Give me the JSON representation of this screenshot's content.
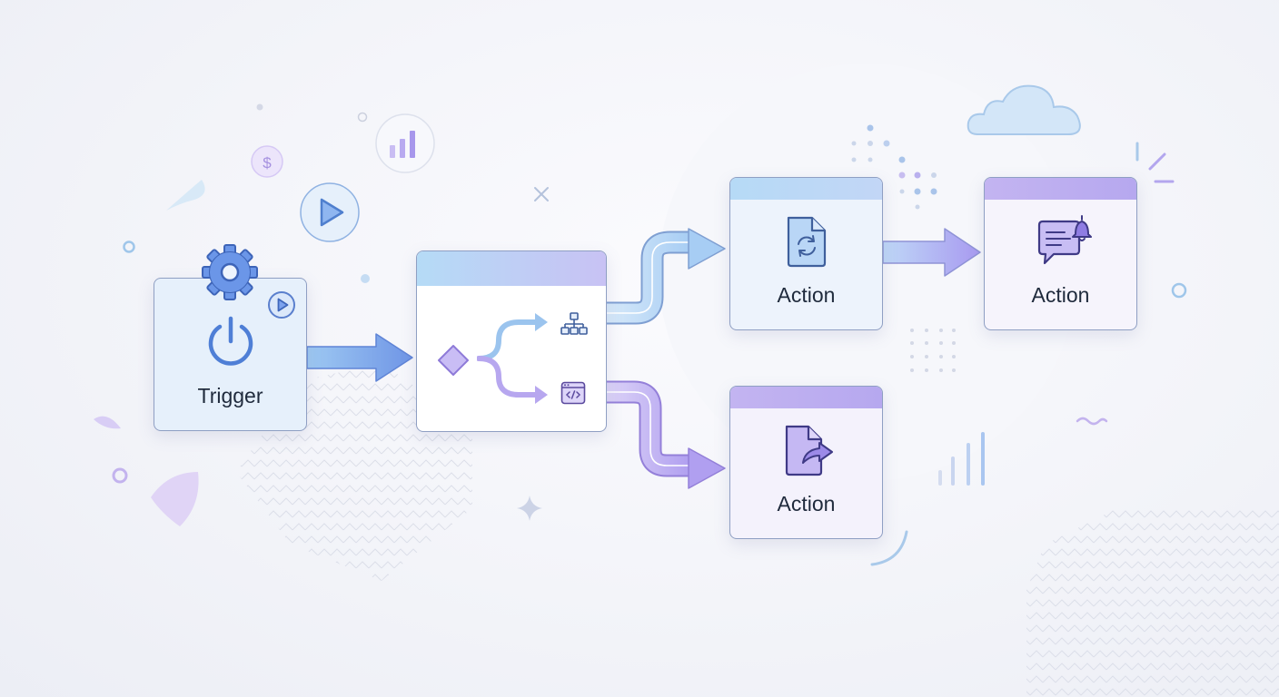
{
  "nodes": {
    "trigger": {
      "label": "Trigger",
      "icon": "power-icon",
      "badge_icons": [
        "gear-icon",
        "play-icon"
      ]
    },
    "router": {
      "icons": [
        "diamond-icon",
        "branch-arrows-icon",
        "hierarchy-icon",
        "code-window-icon"
      ]
    },
    "actions": [
      {
        "label": "Action",
        "icon": "document-refresh-icon"
      },
      {
        "label": "Action",
        "icon": "chat-bell-icon"
      },
      {
        "label": "Action",
        "icon": "document-share-icon"
      }
    ]
  },
  "colors": {
    "accent_blue": "#5b8ee6",
    "accent_purple": "#9d8cec",
    "node_border": "#8f9fc3",
    "text": "#1f2a3c"
  },
  "decorations": [
    "dollar-icon",
    "play-circle-icon",
    "bar-chart-icon",
    "cloud-icon",
    "sparkle-icon",
    "leaf-icon"
  ]
}
